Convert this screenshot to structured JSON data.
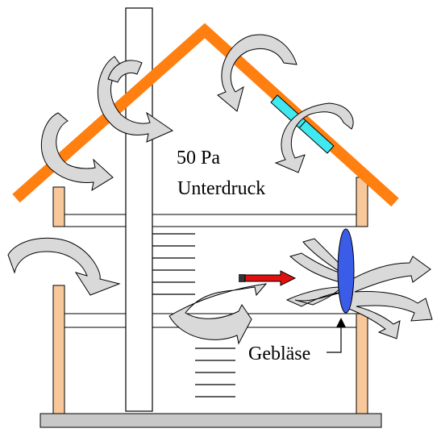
{
  "labels": {
    "pressure_value": "50 Pa",
    "pressure_word": "Unterdruck",
    "fan": "Gebläse"
  },
  "colors": {
    "roof": "#FF7F10",
    "wall": "#F9C89A",
    "floor_plate": "#C8C8C8",
    "roof_window": "#40E8F0",
    "fan": "#3A5CE6",
    "airflow_fill": "#D9D9D9",
    "fan_inlet_arrow": "#E01010"
  },
  "icons": [
    "airflow-arrow-icon",
    "fan-blade-icon",
    "inflow-arrow-icon",
    "pointer-arrow-icon"
  ]
}
